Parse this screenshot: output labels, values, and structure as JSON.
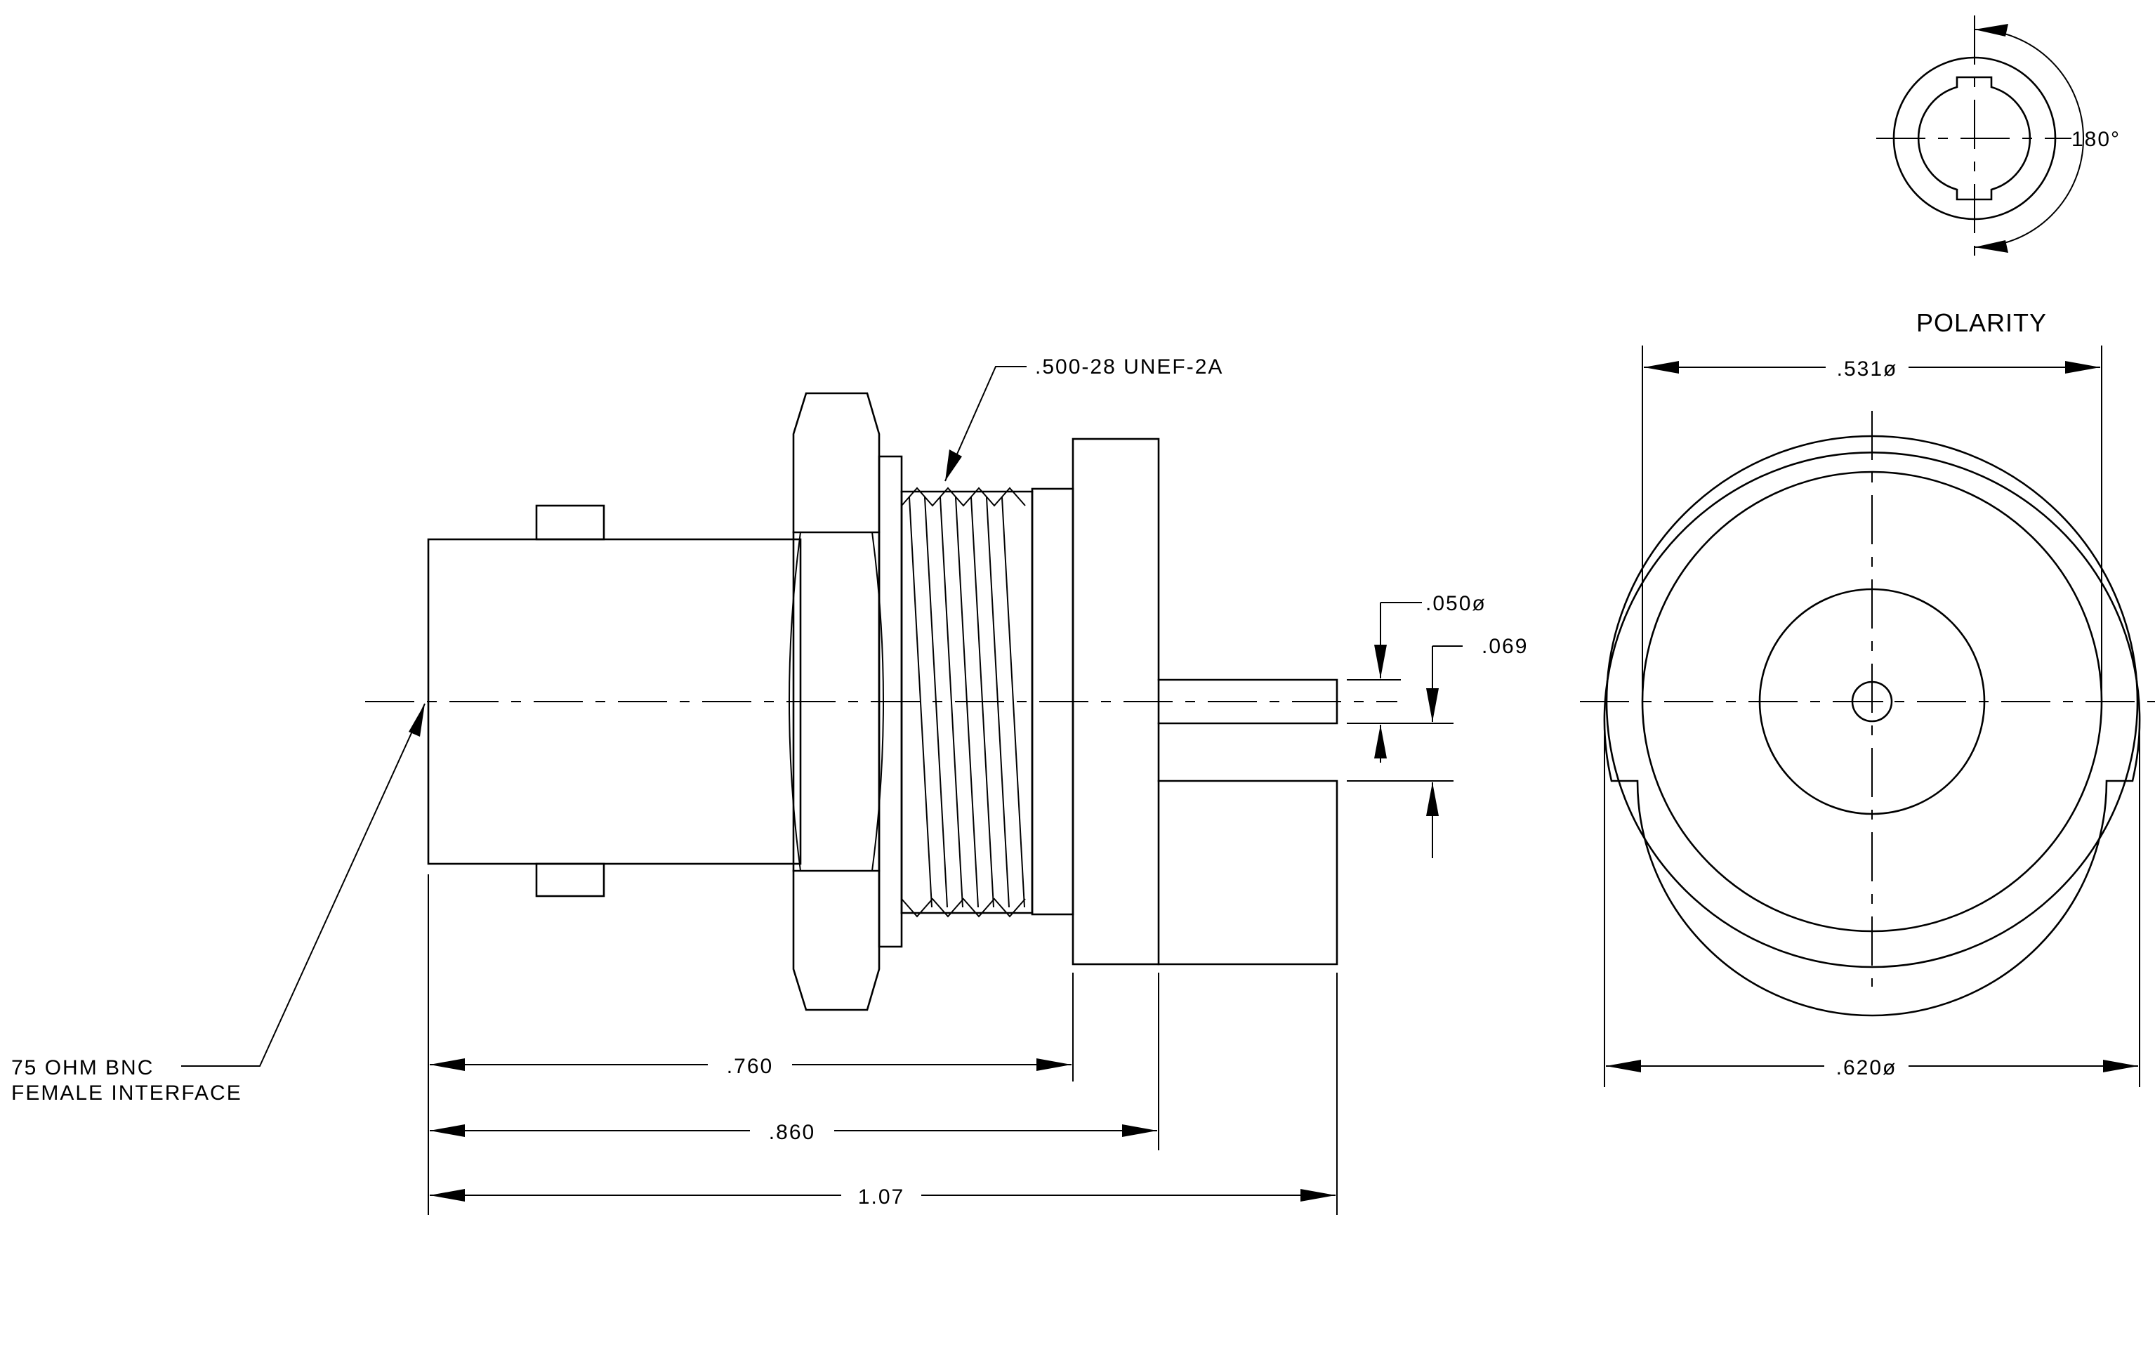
{
  "labels": {
    "thread": ".500-28 UNEF-2A",
    "interface_line1": "75 OHM BNC",
    "interface_line2": "FEMALE INTERFACE",
    "pin_dia": ".050ø",
    "pin_offset": ".069",
    "dim_760": ".760",
    "dim_860": ".860",
    "dim_107": "1.07",
    "dim_531": ".531ø",
    "dim_620": ".620ø",
    "angle": "180°",
    "polarity": "POLARITY"
  }
}
